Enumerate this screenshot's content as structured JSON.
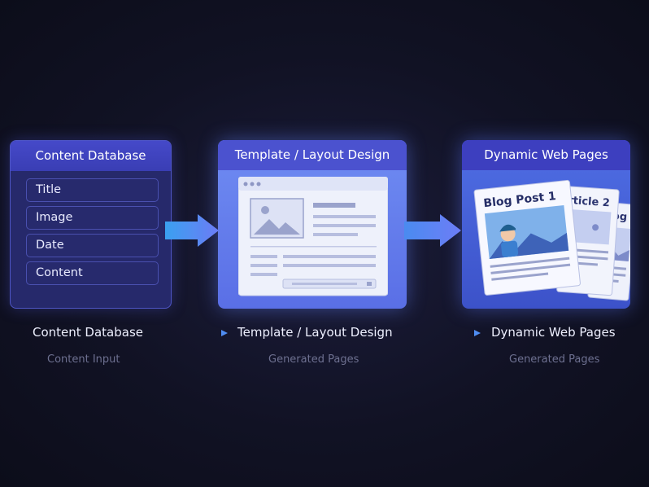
{
  "panels": {
    "database": {
      "title": "Content Database",
      "fields": [
        "Title",
        "Image",
        "Date",
        "Content"
      ]
    },
    "template": {
      "title": "Template / Layout Design"
    },
    "pages": {
      "title": "Dynamic Web Pages",
      "card_front_title": "Blog Post 1",
      "card_middle_title": "rticle 2",
      "card_back_title": "Blog"
    }
  },
  "flow": {
    "labels": [
      "Content Database",
      "Template / Layout Design",
      "Dynamic Web Pages"
    ],
    "sublabels": [
      "Content Input",
      "Generated Pages",
      "Generated Pages"
    ]
  },
  "colors": {
    "background": "#111224",
    "database_panel": "#26296b",
    "template_panel": "#6f8cf2",
    "pages_panel": "#4f6ee4",
    "arrow": "#5b86f0"
  }
}
